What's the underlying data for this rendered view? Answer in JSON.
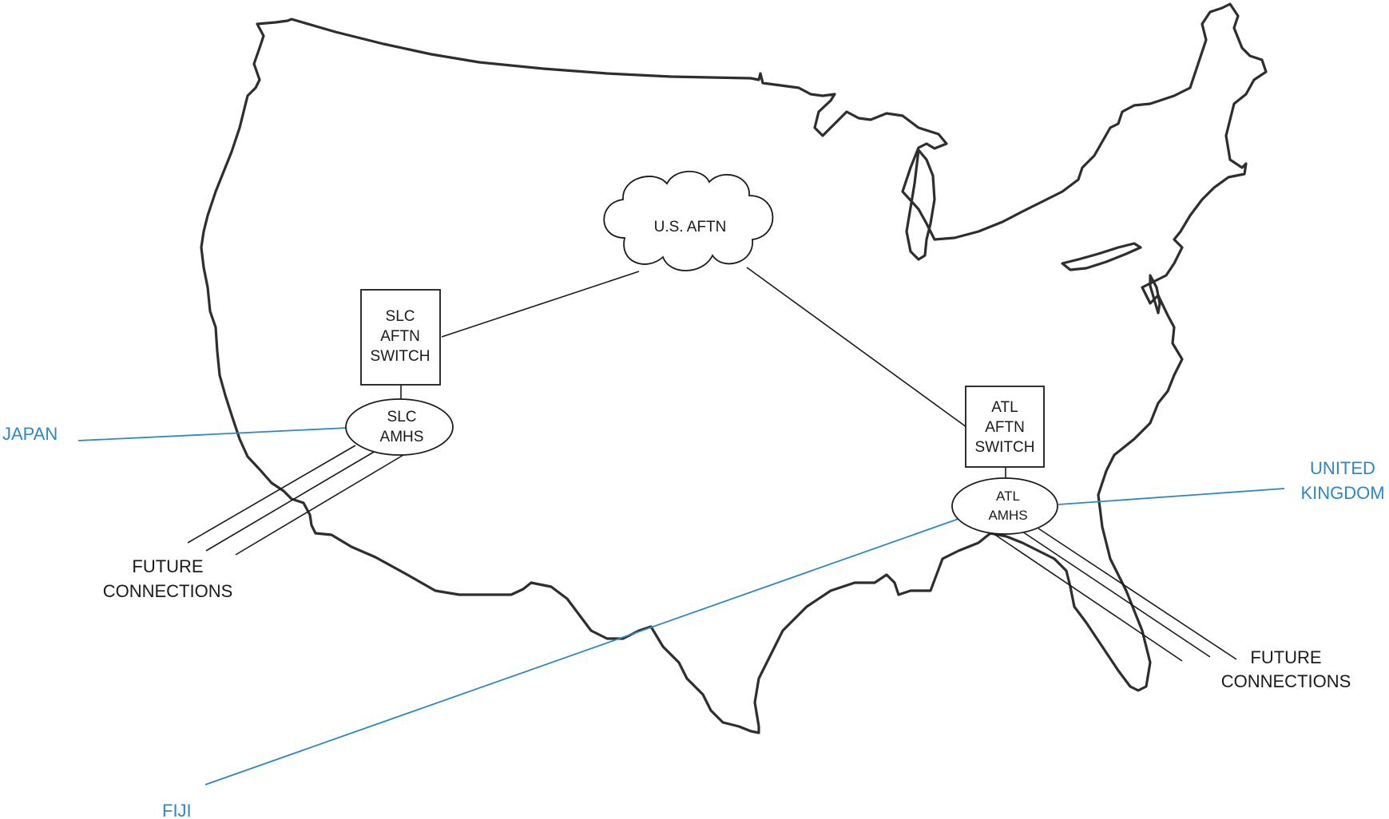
{
  "network": {
    "cloud_label": "U.S. AFTN",
    "slc_switch": [
      "SLC",
      "AFTN",
      "SWITCH"
    ],
    "slc_amhs": [
      "SLC",
      "AMHS"
    ],
    "atl_switch": [
      "ATL",
      "AFTN",
      "SWITCH"
    ],
    "atl_amhs": [
      "ATL",
      "AMHS"
    ]
  },
  "external": {
    "japan": "JAPAN",
    "fiji": "FIJI",
    "uk": [
      "UNITED",
      "KINGDOM"
    ],
    "future_west": [
      "FUTURE",
      "CONNECTIONS"
    ],
    "future_east": [
      "FUTURE",
      "CONNECTIONS"
    ]
  },
  "colors": {
    "map_outline": "#2e2e2e",
    "connection_line": "#1a1a1a",
    "international_link": "#2f86c6"
  }
}
